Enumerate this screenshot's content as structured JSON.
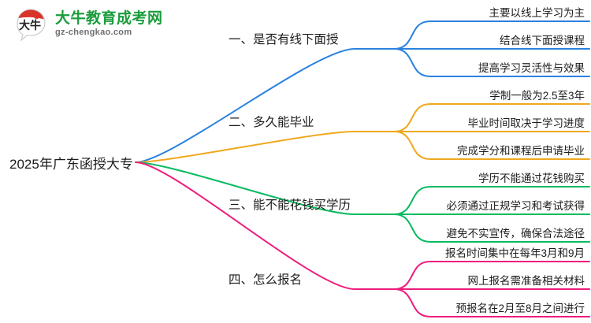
{
  "logo": {
    "mark_alt": "niu-head-logo",
    "title": "大牛教育成考网",
    "domain": "gz-chengkao.com",
    "brand_green": "#1a9c3c",
    "brand_red": "#d8342a"
  },
  "mindmap": {
    "root": {
      "label": "2025年广东函授大专"
    },
    "branches": [
      {
        "label": "一、是否有线下面授",
        "color": "#2a82e0",
        "leaves": [
          "主要以线上学习为主",
          "结合线下面授课程",
          "提高学习灵活性与效果"
        ]
      },
      {
        "label": "二、多久能毕业",
        "color": "#f0a81e",
        "leaves": [
          "学制一般为2.5至3年",
          "毕业时间取决于学习进度",
          "完成学分和课程后申请毕业"
        ]
      },
      {
        "label": "三、能不能花钱买学历",
        "color": "#08bb60",
        "leaves": [
          "学历不能通过花钱购买",
          "必须通过正规学习和考试获得",
          "避免不实宣传，确保合法途径"
        ]
      },
      {
        "label": "四、怎么报名",
        "color": "#ee1d7c",
        "leaves": [
          "报名时间集中在每年3月和9月",
          "网上报名需准备相关材料",
          "预报名在2月至8月之间进行"
        ]
      }
    ]
  }
}
